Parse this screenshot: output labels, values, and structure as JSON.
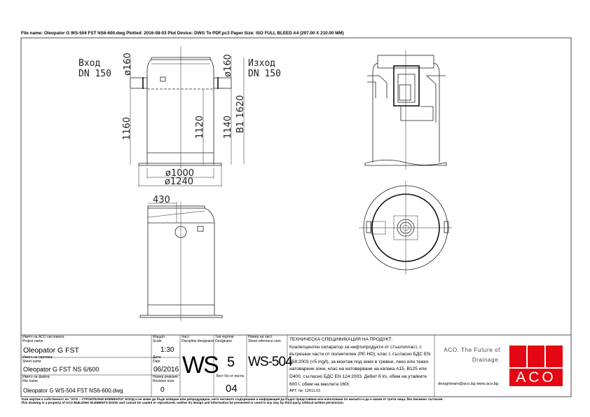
{
  "header": {
    "file_info": "File name: Oleopator G WS-504 FST NS6-600.dwg   Plotted: 2016-08-03   Plot Device: DWG To PDF.pc3   Paper Size: ISO FULL BLEED A4 (297.00 X 210.00 MM)"
  },
  "drawing": {
    "inlet_label": "Вход",
    "inlet_dn": "DN 150",
    "outlet_label": "Изход",
    "outlet_dn": "DN 150",
    "dim_inlet_dia": "ø160",
    "dim_outlet_dia": "ø160",
    "dim_1160": "1160",
    "dim_1120": "1120",
    "dim_1140": "1140",
    "dim_total": "B1 1620",
    "dim_d1000": "ø1000",
    "dim_d1240": "ø1240",
    "dim_430": "430"
  },
  "title_block": {
    "project_caption_bg": "Името на АСО системата:",
    "project_caption_en": "Project name",
    "project_name": "Oleopator G FST",
    "sheet_caption_bg": "Името на чертежа:",
    "sheet_caption_en": "Sheet name",
    "sheet_name": "Oleopator G FST NS 6/600",
    "file_caption_bg": "Името на файла:",
    "file_caption_en": "File name",
    "file_name": "Oleopator G WS-504 FST NS6-600.dwg",
    "scale_caption_bg": "Мащаб:",
    "scale_caption_en": "Scale",
    "scale": "1:30",
    "date_caption_bg": "Дата:",
    "date_caption_en": "Date",
    "date": "06/2016",
    "rev_caption_bg": "Номер ревизия:",
    "rev_caption_en": "Revision num.",
    "revision": "0",
    "discipline_caption_bg": "Част:",
    "discipline_caption_en": "Discipline designator",
    "discipline": "WS",
    "type_caption_bg": "Тип чертеж:",
    "type_caption_en": "Designator",
    "type": "5",
    "sheet_no_caption": "Лист No от листа:",
    "sheet_no": "04",
    "ref_caption_bg": "Номер на лист:",
    "ref_caption_en": "Sheet reference num.",
    "sheet_ref": "WS-504",
    "spec_title": "ТЕХНИЧЕСКА СПЕЦИФИКАЦИЯ НА ПРОДУКТ:",
    "spec_text": "Коалесцентен сепаратор за нефтопродукти от стъклопласт, с вътрешни части от полиетилен (PE-HD), клас I, съгласно БДС EN 858:2003 (<5 mg/l), за монтаж под земя в тревни, леко или тежко натоварени зони, клас на натоварване на капака A15, B125 или D400, съгласно БДС EN 124:2003. Дебит 6 l/s, обем на утайките 600 l, обем на маслата 160l;",
    "article": "АРТ. №: 12611.01",
    "slogan_1": "ACO. The Future of",
    "slogan_2": "Drainage.",
    "contacts": "designteam@aco.bg   www.aco.bg",
    "logo_text": "ACO",
    "logo_color": "#e30613"
  },
  "footer": {
    "line_bg": "Този чертеж е собственост на \"АСО – СТРОИТЕЛНИ ЕЛЕМЕНТИ\" ЕООД и не може да бъде копиран или репродуциран, нито неговото съдържание и информация да бъдат представяни или използвани по какъвто и да е начин от трети лица, без писмено съгласие.",
    "line_en": "This drawing is a property of ACO BUILDING ELEMENTS EOOD and cannot be copied or reproduced, neither its design and information be presented or used in any way by third party, without written permission."
  }
}
